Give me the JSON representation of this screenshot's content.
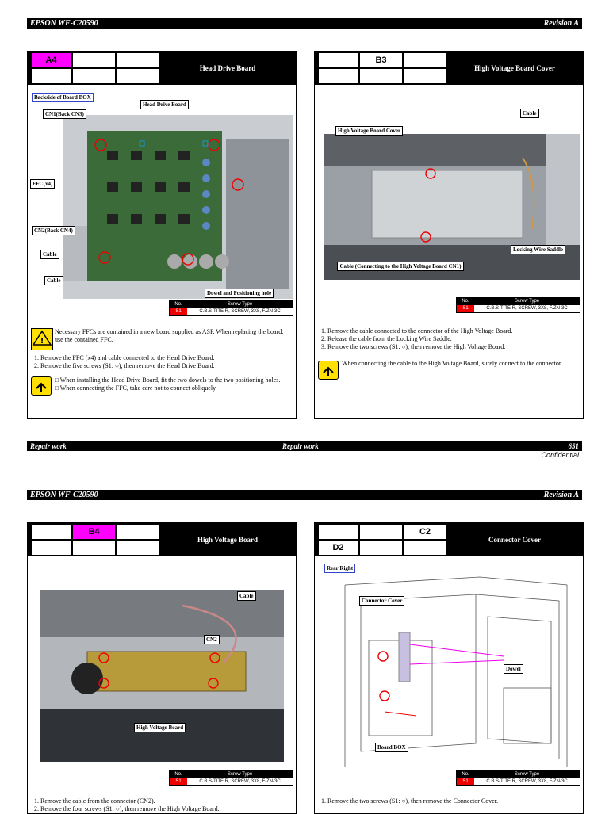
{
  "top_header": {
    "left": "EPSON WF-C20590",
    "right": "Revision A"
  },
  "panels": {
    "p1": {
      "cells": [
        "A4",
        "",
        "",
        "",
        "",
        ""
      ],
      "title": "Head Drive Board",
      "callouts": [
        "Backside of Board BOX",
        "CN1(Back CN3)",
        "Head Drive Board",
        "FFC(x4)",
        "CN2(Back CN4)",
        "Cable",
        "Cable",
        "Dowel and Positioning hole"
      ],
      "screw": {
        "h_no": "No.",
        "h_type": "Screw Type",
        "no": "S1",
        "type": "C.B.S-TITE R, SCREW, 3X8, F/ZN-3C"
      },
      "caution": "Necessary FFCs are contained in a new board supplied as ASP. When replacing the board, use the contained FFC.",
      "steps": [
        "Remove the FFC (x4) and cable connected to the Head Drive Board.",
        "Remove the five screws (S1: ○), then remove the Head Drive Board."
      ],
      "notes": [
        "When installing the Head Drive Board, fit the two dowels to the two positioning holes.",
        "When connecting the FFC, take care not to connect obliquely."
      ]
    },
    "p2": {
      "cells": [
        "",
        "B3",
        "",
        "",
        "",
        ""
      ],
      "title": "High Voltage Board Cover",
      "callouts": [
        "Cable",
        "High Voltage Board Cover",
        "Locking Wire Saddle",
        "Cable (Connecting to the High Voltage Board CN1)"
      ],
      "screw": {
        "h_no": "No.",
        "h_type": "Screw Type",
        "no": "S1",
        "type": "C.B.S-TITE R, SCREW, 3X8, F/ZN-3C"
      },
      "steps": [
        "Remove the cable connected to the connector of the High Voltage Board.",
        "Release the cable from the Locking Wire Saddle.",
        "Remove the two screws (S1: ○), then remove the High Voltage Board."
      ],
      "note": "When connecting the cable to the High Voltage Board, surely connect to the connector."
    },
    "p3": {
      "cells": [
        "",
        "B4",
        "",
        "",
        "",
        ""
      ],
      "title": "High Voltage Board",
      "callouts": [
        "Cable",
        "CN2",
        "High Voltage Board"
      ],
      "screw": {
        "h_no": "No.",
        "h_type": "Screw Type",
        "no": "S1",
        "type": "C.B.S-TITE R, SCREW, 3X8, F/ZN-3C"
      },
      "steps": [
        "Remove the cable from the connector (CN2).",
        "Remove the four screws (S1: ○), then remove the High Voltage Board."
      ]
    },
    "p4": {
      "cells": [
        "",
        "",
        "C2",
        "D2",
        "",
        ""
      ],
      "title": "Connector Cover",
      "callouts": [
        "Rear Right",
        "Connector Cover",
        "Dowel",
        "Board BOX"
      ],
      "screw": {
        "h_no": "No.",
        "h_type": "Screw Type",
        "no": "S1",
        "type": "C.B.S-TITE R, SCREW, 3X8, F/ZN-3C"
      },
      "steps": [
        "Remove the two screws (S1: ○), then remove the Connector Cover."
      ]
    }
  },
  "footer": {
    "left": "Repair work",
    "center": "Repair work",
    "page": "651",
    "confidential": "Confidential"
  },
  "bottom_header": {
    "left": "EPSON WF-C20590",
    "right": "Revision A"
  }
}
